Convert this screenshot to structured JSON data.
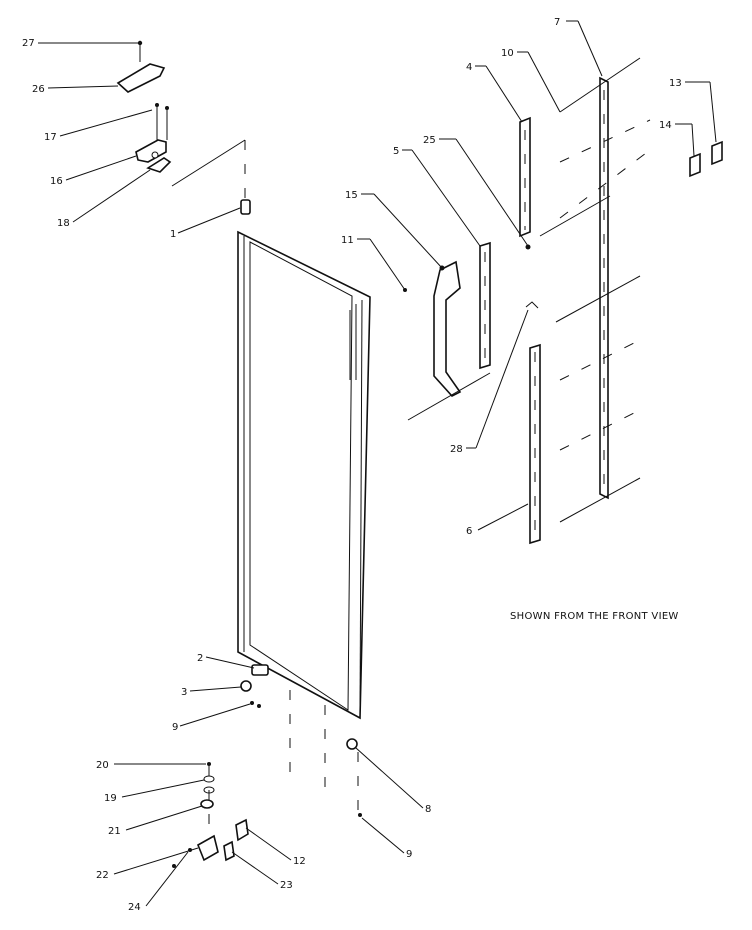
{
  "callouts": [
    {
      "id": "c27",
      "text": "27"
    },
    {
      "id": "c26",
      "text": "26"
    },
    {
      "id": "c17",
      "text": "17"
    },
    {
      "id": "c16",
      "text": "16"
    },
    {
      "id": "c18",
      "text": "18"
    },
    {
      "id": "c1",
      "text": "1"
    },
    {
      "id": "c2",
      "text": "2"
    },
    {
      "id": "c3",
      "text": "3"
    },
    {
      "id": "c9a",
      "text": "9"
    },
    {
      "id": "c20",
      "text": "20"
    },
    {
      "id": "c19",
      "text": "19"
    },
    {
      "id": "c21",
      "text": "21"
    },
    {
      "id": "c22",
      "text": "22"
    },
    {
      "id": "c24",
      "text": "24"
    },
    {
      "id": "c12",
      "text": "12"
    },
    {
      "id": "c23",
      "text": "23"
    },
    {
      "id": "c8",
      "text": "8"
    },
    {
      "id": "c9b",
      "text": "9"
    },
    {
      "id": "c7",
      "text": "7"
    },
    {
      "id": "c10",
      "text": "10"
    },
    {
      "id": "c4",
      "text": "4"
    },
    {
      "id": "c25",
      "text": "25"
    },
    {
      "id": "c5",
      "text": "5"
    },
    {
      "id": "c15",
      "text": "15"
    },
    {
      "id": "c11",
      "text": "11"
    },
    {
      "id": "c28",
      "text": "28"
    },
    {
      "id": "c6",
      "text": "6"
    },
    {
      "id": "c13",
      "text": "13"
    },
    {
      "id": "c14",
      "text": "14"
    }
  ],
  "caption": "SHOWN FROM THE FRONT VIEW"
}
